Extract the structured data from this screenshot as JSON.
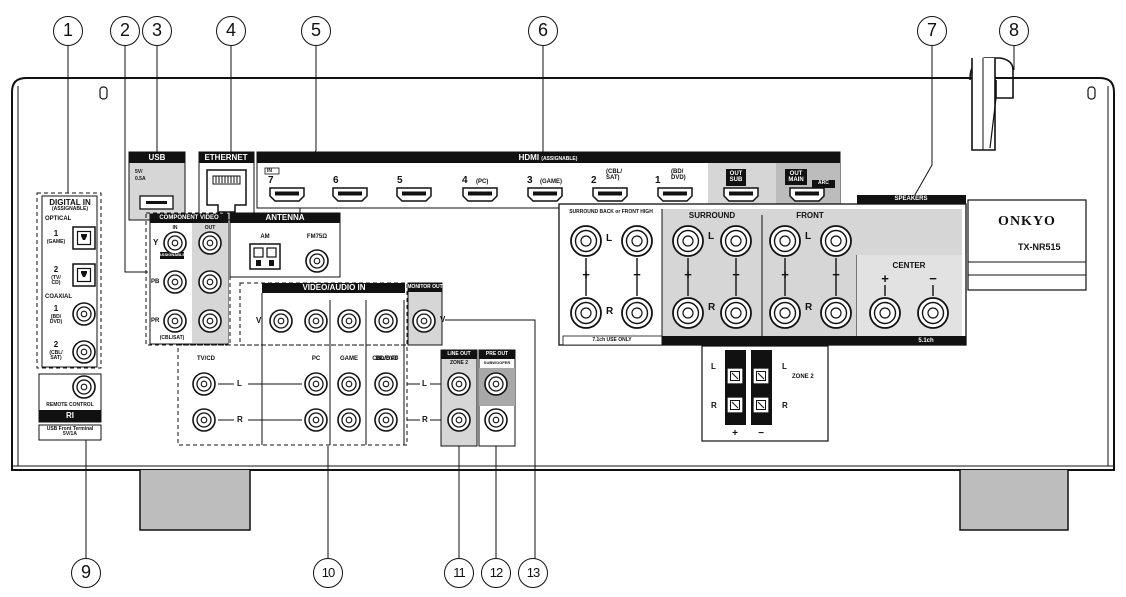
{
  "callouts": [
    "1",
    "2",
    "3",
    "4",
    "5",
    "6",
    "7",
    "8",
    "9",
    "10",
    "11",
    "12",
    "13"
  ],
  "usb": {
    "title": "USB",
    "spec_a": "5V/",
    "spec_b": "0.5A"
  },
  "ethernet": {
    "title": "ETHERNET"
  },
  "hdmi": {
    "title": "HDMI",
    "title_sub": "(ASSIGNABLE)",
    "in_tag": "IN",
    "inputs": [
      {
        "num": "7",
        "name": ""
      },
      {
        "num": "6",
        "name": ""
      },
      {
        "num": "5",
        "name": ""
      },
      {
        "num": "4",
        "name": "(PC)"
      },
      {
        "num": "3",
        "name": "(GAME)"
      },
      {
        "num": "2",
        "name_a": "(CBL/",
        "name_b": "SAT)"
      },
      {
        "num": "1",
        "name_a": "(BD/",
        "name_b": "DVD)"
      }
    ],
    "out_sub_a": "OUT",
    "out_sub_b": "SUB",
    "out_main_a": "OUT",
    "out_main_b": "MAIN",
    "arc": "ARC"
  },
  "digital_in": {
    "title": "DIGITAL IN",
    "title_sub": "(ASSIGNABLE)",
    "optical": "OPTICAL",
    "opt1_num": "1",
    "opt1_name": "(GAME)",
    "opt2_num": "2",
    "opt2_a": "(TV/",
    "opt2_b": "CD)",
    "coaxial": "COAXIAL",
    "co1_num": "1",
    "co1_a": "(BD/",
    "co1_b": "DVD)",
    "co2_num": "2",
    "co2_a": "(CBL/",
    "co2_b": "SAT)"
  },
  "component": {
    "title": "COMPONENT VIDEO",
    "in_tag": "IN",
    "out_tag": "OUT",
    "assignable": "ASSIGNABLE",
    "y": "Y",
    "pb": "PB",
    "pr": "PR",
    "source": "(CBL/SAT)"
  },
  "antenna": {
    "title": "ANTENNA",
    "am": "AM",
    "fm": "FM75Ω"
  },
  "video_audio": {
    "title": "VIDEO/AUDIO IN",
    "v": "V",
    "l": "L",
    "r": "R",
    "cols": [
      "TV/CD",
      "PC",
      "GAME",
      "CBL/SAT",
      "BD/DVD"
    ]
  },
  "monitor_out": {
    "title": "MONITOR OUT",
    "v": "V"
  },
  "line_out": {
    "title": "LINE OUT",
    "sub": "ZONE 2",
    "l": "L",
    "r": "R"
  },
  "pre_out": {
    "title": "PRE OUT",
    "sub": "SUBWOOFER"
  },
  "remote": {
    "label": "REMOTE CONTROL",
    "ri": "RI",
    "usb_front_a": "USB Front Terminal",
    "usb_front_b": "5V/1A"
  },
  "speakers": {
    "title": "SPEAKERS",
    "surround_back": "SURROUND BACK or FRONT HIGH",
    "sb_note": "7.1ch USE ONLY",
    "surround": "SURROUND",
    "front": "FRONT",
    "center": "CENTER",
    "ch51": "5.1ch",
    "l": "L",
    "r": "R",
    "plus": "+",
    "minus": "−",
    "zone2": "ZONE 2"
  },
  "brand": {
    "name": "ONKYO",
    "model": "TX-NR515"
  },
  "colors": {
    "panel": "#d6d6d6",
    "ink": "#111111",
    "bar": "#111111",
    "feet": "#bdbdbd"
  }
}
